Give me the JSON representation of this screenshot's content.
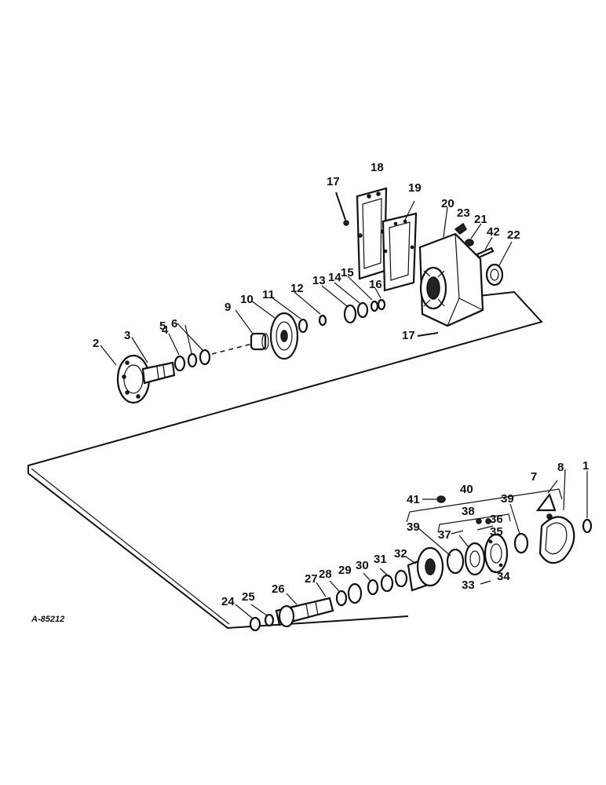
{
  "figure": {
    "reference_code": "A-85212",
    "callouts": [
      {
        "id": "c1",
        "text": "1"
      },
      {
        "id": "c2",
        "text": "2"
      },
      {
        "id": "c3",
        "text": "3"
      },
      {
        "id": "c4",
        "text": "4"
      },
      {
        "id": "c5",
        "text": "5"
      },
      {
        "id": "c6",
        "text": "6"
      },
      {
        "id": "c7",
        "text": "7"
      },
      {
        "id": "c8",
        "text": "8"
      },
      {
        "id": "c9",
        "text": "9"
      },
      {
        "id": "c10",
        "text": "10"
      },
      {
        "id": "c11",
        "text": "11"
      },
      {
        "id": "c12",
        "text": "12"
      },
      {
        "id": "c13",
        "text": "13"
      },
      {
        "id": "c14",
        "text": "14"
      },
      {
        "id": "c15",
        "text": "15"
      },
      {
        "id": "c16",
        "text": "16"
      },
      {
        "id": "c17a",
        "text": "17"
      },
      {
        "id": "c17b",
        "text": "17"
      },
      {
        "id": "c18",
        "text": "18"
      },
      {
        "id": "c19",
        "text": "19"
      },
      {
        "id": "c20",
        "text": "20"
      },
      {
        "id": "c21",
        "text": "21"
      },
      {
        "id": "c22",
        "text": "22"
      },
      {
        "id": "c23",
        "text": "23"
      },
      {
        "id": "c24",
        "text": "24"
      },
      {
        "id": "c25",
        "text": "25"
      },
      {
        "id": "c26",
        "text": "26"
      },
      {
        "id": "c27",
        "text": "27"
      },
      {
        "id": "c28",
        "text": "28"
      },
      {
        "id": "c29",
        "text": "29"
      },
      {
        "id": "c30",
        "text": "30"
      },
      {
        "id": "c31",
        "text": "31"
      },
      {
        "id": "c32",
        "text": "32"
      },
      {
        "id": "c33",
        "text": "33"
      },
      {
        "id": "c34",
        "text": "34"
      },
      {
        "id": "c35",
        "text": "35"
      },
      {
        "id": "c36",
        "text": "36"
      },
      {
        "id": "c37",
        "text": "37"
      },
      {
        "id": "c38",
        "text": "38"
      },
      {
        "id": "c39a",
        "text": "39"
      },
      {
        "id": "c39b",
        "text": "39"
      },
      {
        "id": "c40",
        "text": "40"
      },
      {
        "id": "c41",
        "text": "41"
      },
      {
        "id": "c42",
        "text": "42"
      }
    ]
  }
}
